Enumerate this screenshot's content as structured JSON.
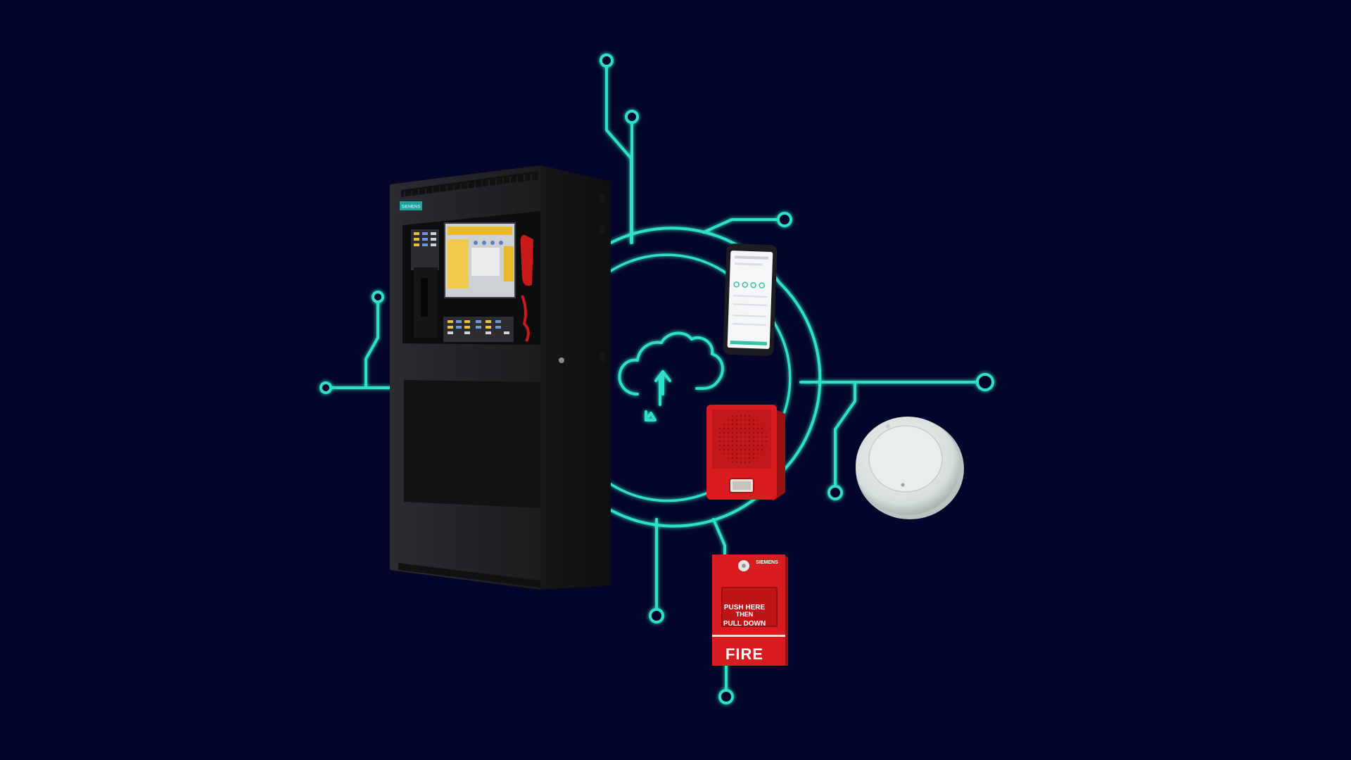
{
  "colors": {
    "background": "#03062a",
    "circuit": "#2fe0c4",
    "panel_body": "#1e2022",
    "device_red": "#d81c1f",
    "smoke_detector": "#dfe6e4",
    "accent_teal": "#1aa3a0"
  },
  "fire_panel": {
    "brand": "SIEMENS"
  },
  "pull_station": {
    "brand": "SIEMENS",
    "line1": "PUSH HERE",
    "line2": "THEN",
    "line3": "PULL DOWN",
    "label": "FIRE"
  },
  "icons": {
    "center": "cloud-sync-icon"
  }
}
